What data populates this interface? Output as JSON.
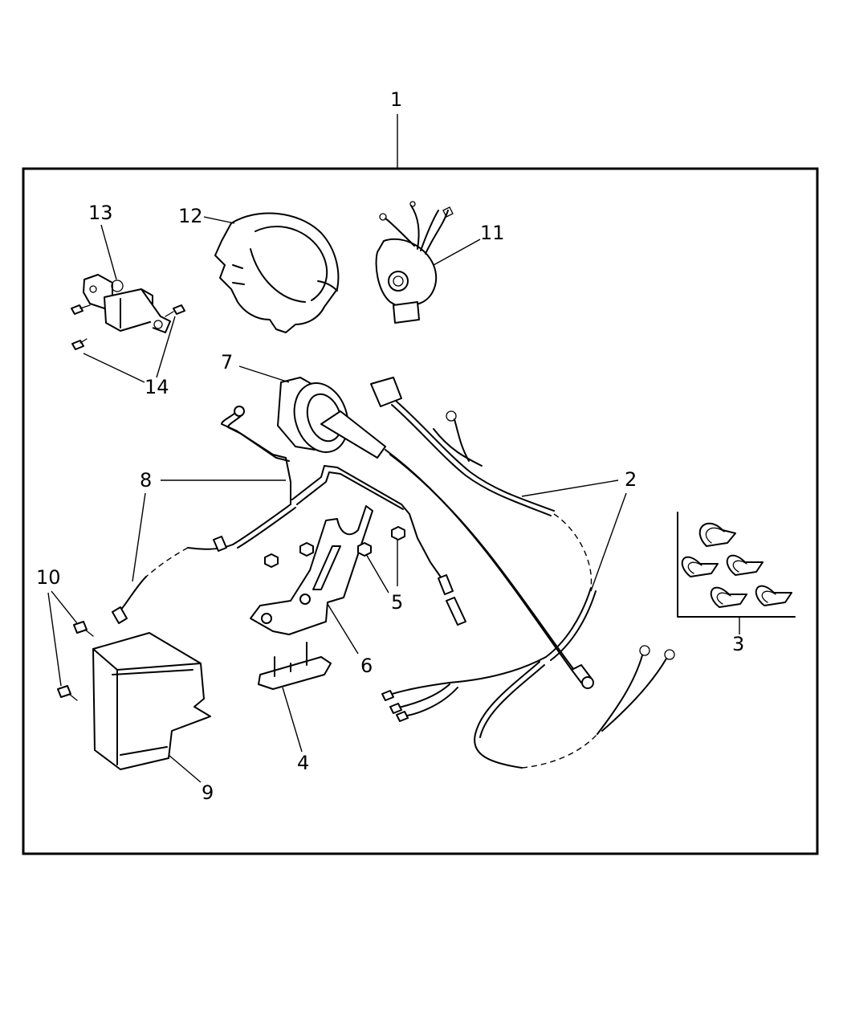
{
  "callouts": {
    "c1": "1",
    "c2": "2",
    "c3": "3",
    "c4": "4",
    "c5": "5",
    "c6": "6",
    "c7": "7",
    "c8": "8",
    "c9": "9",
    "c10": "10",
    "c11": "11",
    "c12": "12",
    "c13": "13",
    "c14": "14"
  },
  "icons": [
    "screw-icon",
    "clip-icon",
    "connector-icon"
  ]
}
